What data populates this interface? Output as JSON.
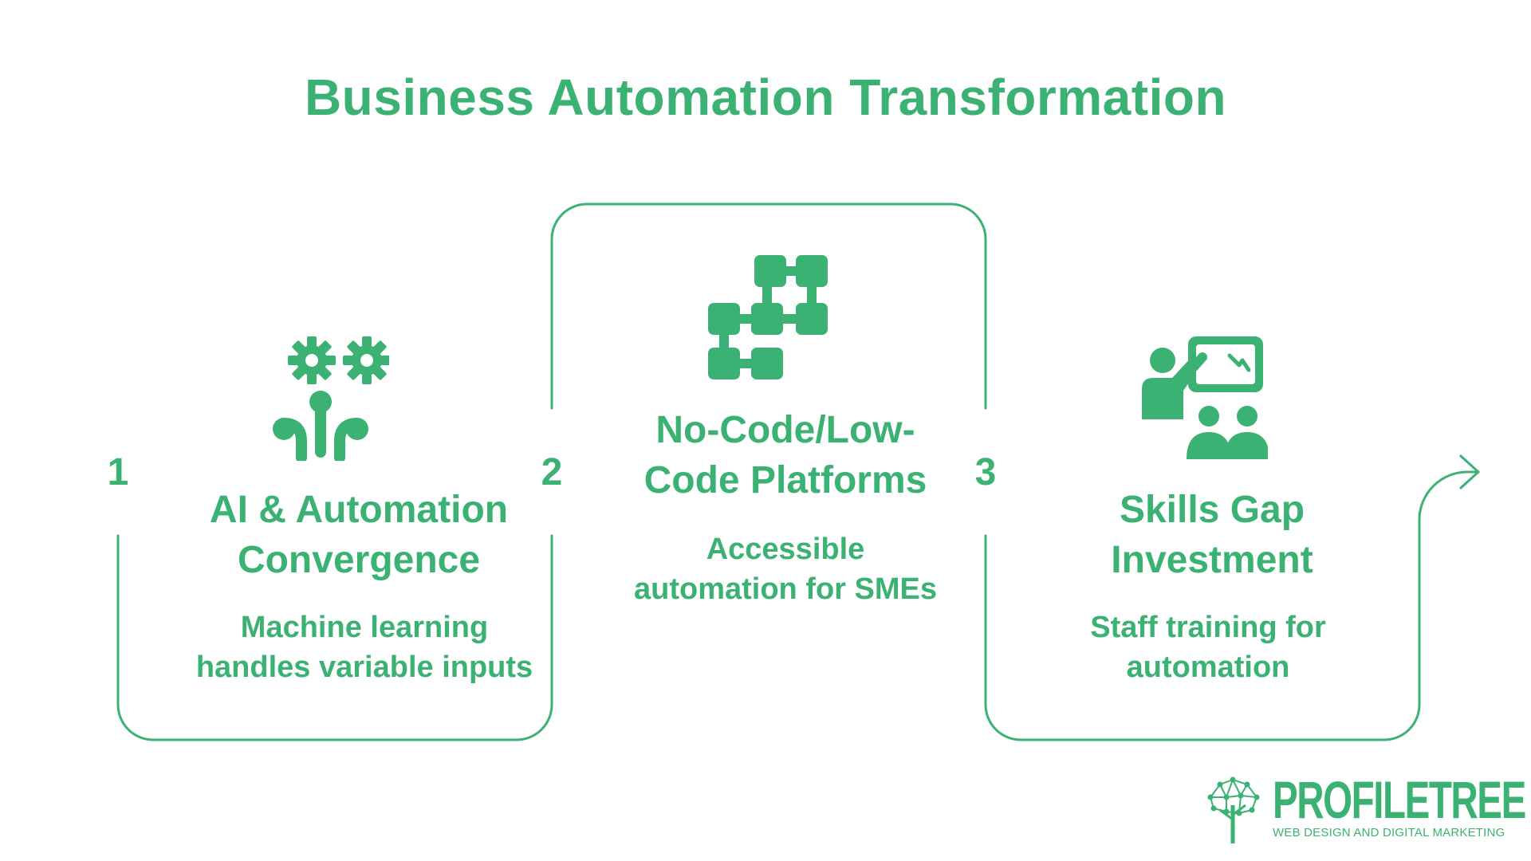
{
  "title": "Business Automation Transformation",
  "accent_color": "#3bb273",
  "steps": [
    {
      "number": "1",
      "icon": "gears-network-icon",
      "title_line1": "AI & Automation",
      "title_line2": "Convergence",
      "desc_line1": "Machine learning",
      "desc_line2": "handles variable inputs"
    },
    {
      "number": "2",
      "icon": "workflow-blocks-icon",
      "title_line1": "No-Code/Low-",
      "title_line2": "Code Platforms",
      "desc_line1": "Accessible",
      "desc_line2": "automation for SMEs"
    },
    {
      "number": "3",
      "icon": "presentation-training-icon",
      "title_line1": "Skills Gap",
      "title_line2": "Investment",
      "desc_line1": "Staff training for",
      "desc_line2": "automation"
    }
  ],
  "logo": {
    "wordmark": "PROFILETREE",
    "tagline": "WEB DESIGN AND DIGITAL MARKETING",
    "icon": "tree-logo-icon"
  }
}
